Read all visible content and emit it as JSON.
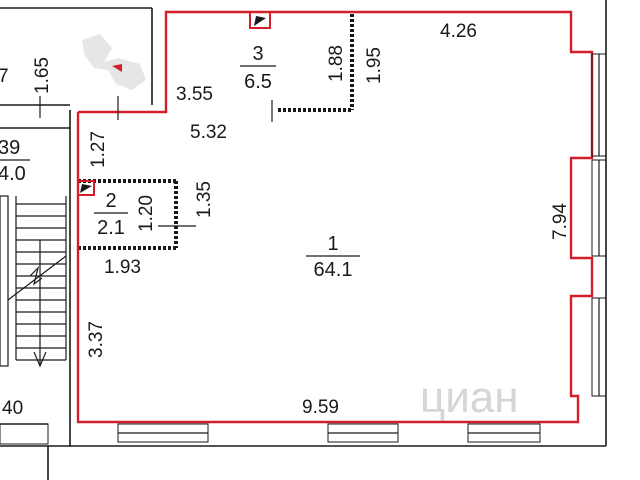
{
  "rooms": [
    {
      "number": "1",
      "area": "64.1"
    },
    {
      "number": "2",
      "area": "2.1"
    },
    {
      "number": "3",
      "area": "6.5"
    }
  ],
  "neighbor": {
    "number_partial": "39",
    "area_partial": "4.0"
  },
  "dimensions": {
    "top_right": "4.26",
    "right_side": "7.94",
    "bottom": "9.59",
    "left_lower": "3.37",
    "room3_width": "3.55",
    "room3_height_a": "1.88",
    "room3_height_b": "1.95",
    "corridor_width": "5.32",
    "corridor_height": "1.27",
    "room2_height_a": "1.35",
    "room2_height_b": "1.20",
    "room2_width": "1.93",
    "left_top": "1.65",
    "edge_top": "7",
    "edge_bottom": "40"
  },
  "watermark": "циан",
  "colors": {
    "outline": "#d21f2b",
    "walls": "#1a1a1a",
    "watermark": "#cfcfcf"
  }
}
